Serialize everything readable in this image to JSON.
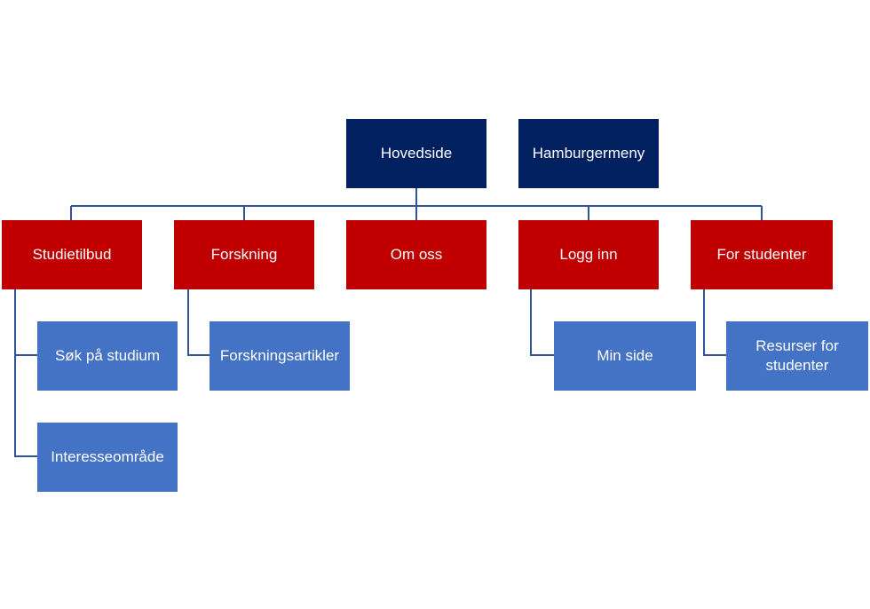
{
  "colors": {
    "root": "#002060",
    "section": "#c00000",
    "sub": "#4472c4",
    "connector": "#2f5597"
  },
  "root": {
    "label": "Hovedside"
  },
  "menu": {
    "label": "Hamburgermeny"
  },
  "sections": [
    {
      "label": "Studietilbud",
      "children": [
        {
          "label": "Søk på studium"
        },
        {
          "label": "Interesseområde"
        }
      ]
    },
    {
      "label": "Forskning",
      "children": [
        {
          "label": "Forskningsartikler"
        }
      ]
    },
    {
      "label": "Om oss",
      "children": []
    },
    {
      "label": "Logg inn",
      "children": [
        {
          "label": "Min side"
        }
      ]
    },
    {
      "label": "For studenter",
      "children": [
        {
          "label": "Resurser for studenter"
        }
      ]
    }
  ]
}
